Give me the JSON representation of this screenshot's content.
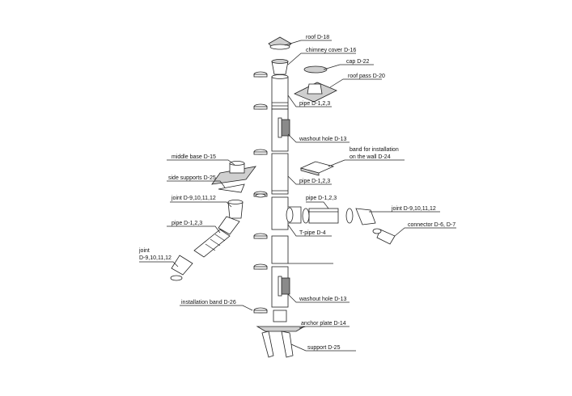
{
  "labels": {
    "roof": "roof D-18",
    "chimney_cover": "chimney cover D-16",
    "cap": "cap D-22",
    "roof_pass": "roof pass D-20",
    "pipe_top": "pipe D-1,2,3",
    "washout_upper": "washout hole D-13",
    "band_wall_1": "band for installation",
    "band_wall_2": "on the wall D-24",
    "middle_base": "middle base D-15",
    "side_supports": "side supports D-25",
    "pipe_mid": "pipe D-1,2,3",
    "joint_left_upper": "joint D-9,10,11,12",
    "pipe_branch": "pipe D-1,2,3",
    "joint_right": "joint D-9,10,11,12",
    "connector": "connector D-6, D-7",
    "pipe_left": "pipe D-1,2,3",
    "t_pipe": "T-pipe D-4",
    "joint_left_lower_1": "joint",
    "joint_left_lower_2": "D-9,10,11,12",
    "installation_band": "installation band D-26",
    "washout_lower": "washout hole D-13",
    "anchor_plate": "anchor plate D-14",
    "support": "support D-25"
  }
}
